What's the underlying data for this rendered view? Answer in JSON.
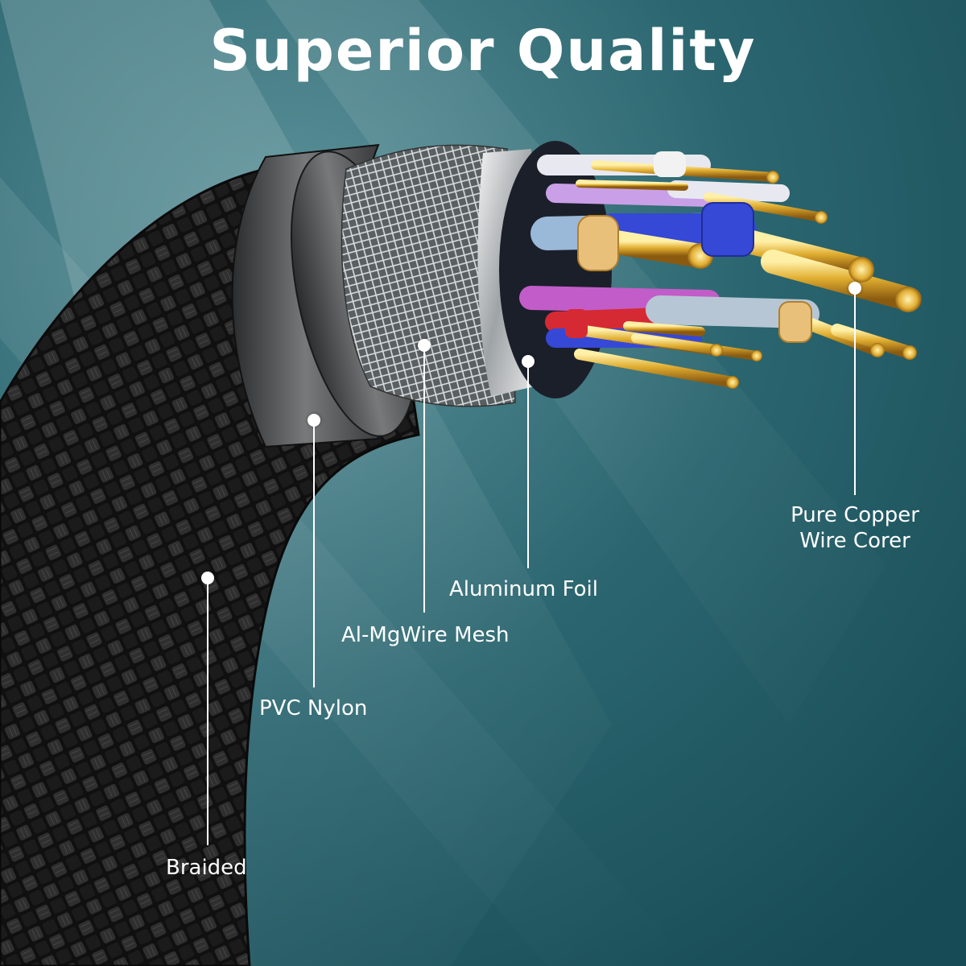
{
  "title": "Superior Quality",
  "labels": {
    "copper": [
      "Pure Copper",
      "Wire Corer"
    ],
    "foil": "Aluminum Foil",
    "mesh": "Al-MgWire Mesh",
    "pvc": "PVC Nylon",
    "braided": "Braided"
  },
  "colors": {
    "background": "#1f5660",
    "braid": "#1a1a1a",
    "copper": "#d9a430",
    "text": "#ffffff"
  }
}
